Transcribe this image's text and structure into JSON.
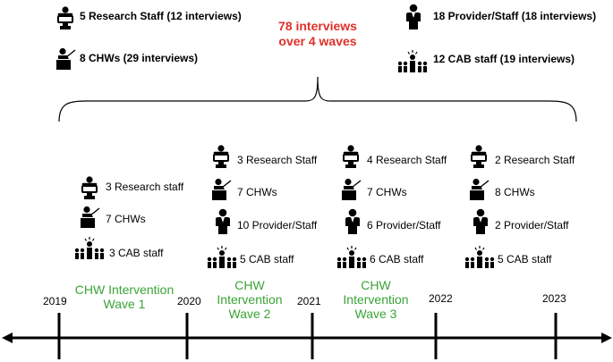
{
  "totals": {
    "headline_line1": "78 interviews",
    "headline_line2": "over 4 waves",
    "research_staff": "5 Research Staff (12 interviews)",
    "chws": "8 CHWs (29 interviews)",
    "provider_staff": "18 Provider/Staff (18 interviews)",
    "cab_staff": "12 CAB staff (19 interviews)"
  },
  "waves": [
    {
      "label_lines": [
        "CHW Intervention",
        "Wave 1"
      ],
      "groups": [
        "3 Research staff",
        "7 CHWs",
        "3 CAB staff"
      ]
    },
    {
      "label_lines": [
        "CHW",
        "Intervention",
        "Wave 2"
      ],
      "groups": [
        "3 Research Staff",
        "7 CHWs",
        "10 Provider/Staff",
        "5 CAB staff"
      ]
    },
    {
      "label_lines": [
        "CHW",
        "Intervention",
        "Wave 3"
      ],
      "groups": [
        "4 Research Staff",
        "7 CHWs",
        "6 Provider/Staff",
        "6 CAB staff"
      ]
    },
    {
      "groups": [
        "2 Research Staff",
        "8 CHWs",
        "2 Provider/Staff",
        "5 CAB staff"
      ]
    }
  ],
  "years": [
    "2019",
    "2020",
    "2021",
    "2022",
    "2023"
  ],
  "colors": {
    "headline": "#e0302a",
    "wave_label": "#3aa437",
    "line": "#000000"
  },
  "icons": {
    "research": "sign-holder-icon",
    "chw": "presenter-icon",
    "provider": "person-icon",
    "cab": "group-icon"
  }
}
